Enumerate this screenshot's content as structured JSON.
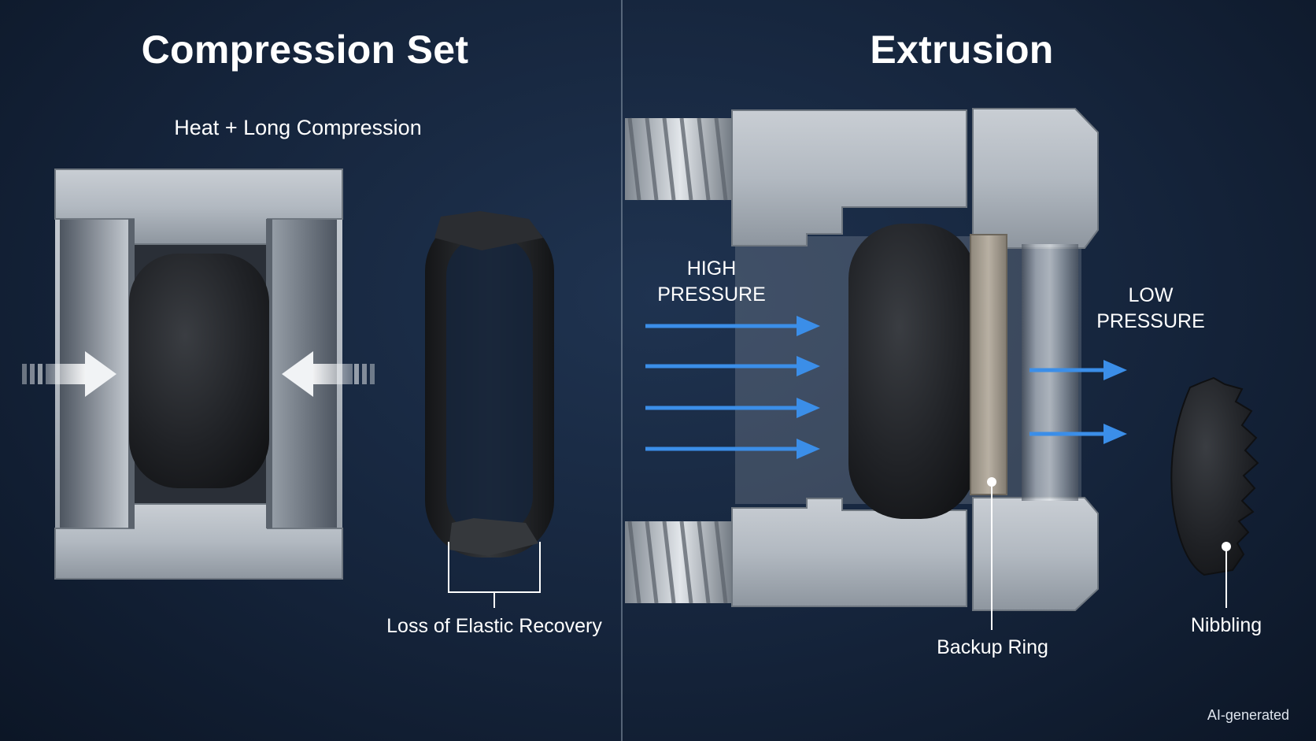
{
  "compression": {
    "title": "Compression Set",
    "subtitle": "Heat + Long Compression",
    "callout": "Loss of Elastic Recovery"
  },
  "extrusion": {
    "title": "Extrusion",
    "high_pressure": [
      "HIGH",
      "PRESSURE"
    ],
    "low_pressure": [
      "LOW",
      "PRESSURE"
    ],
    "backup_ring": "Backup Ring",
    "nibbling": "Nibbling"
  },
  "footer": "AI-generated",
  "colors": {
    "background": "#15243b",
    "metal": "#b4bcc5",
    "rubber": "#1d1f22",
    "arrow_blue": "#3b8ee8",
    "backup_ring": "#a79f92"
  }
}
